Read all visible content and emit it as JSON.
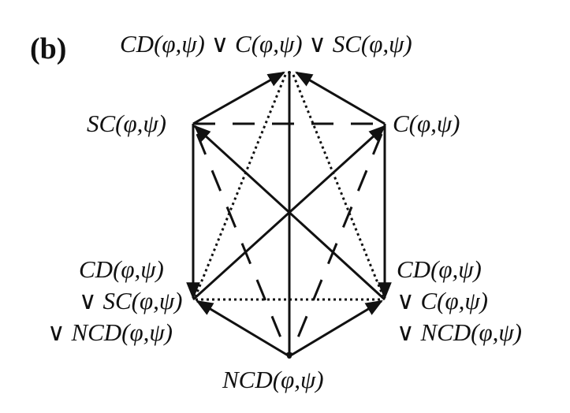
{
  "panel_label": "(b)",
  "nodes": {
    "top": "CD(φ,ψ)  ∨ C(φ,ψ) ∨ SC(φ,ψ)",
    "sc": "SC(φ,ψ)",
    "c": "C(φ,ψ)",
    "left_bottom": [
      "CD(φ,ψ)",
      "∨ SC(φ,ψ)",
      "∨ NCD(φ,ψ)"
    ],
    "right_bottom": [
      "CD(φ,ψ)",
      "∨ C(φ,ψ)",
      "∨ NCD(φ,ψ)"
    ],
    "ncd": "NCD(φ,ψ)"
  }
}
